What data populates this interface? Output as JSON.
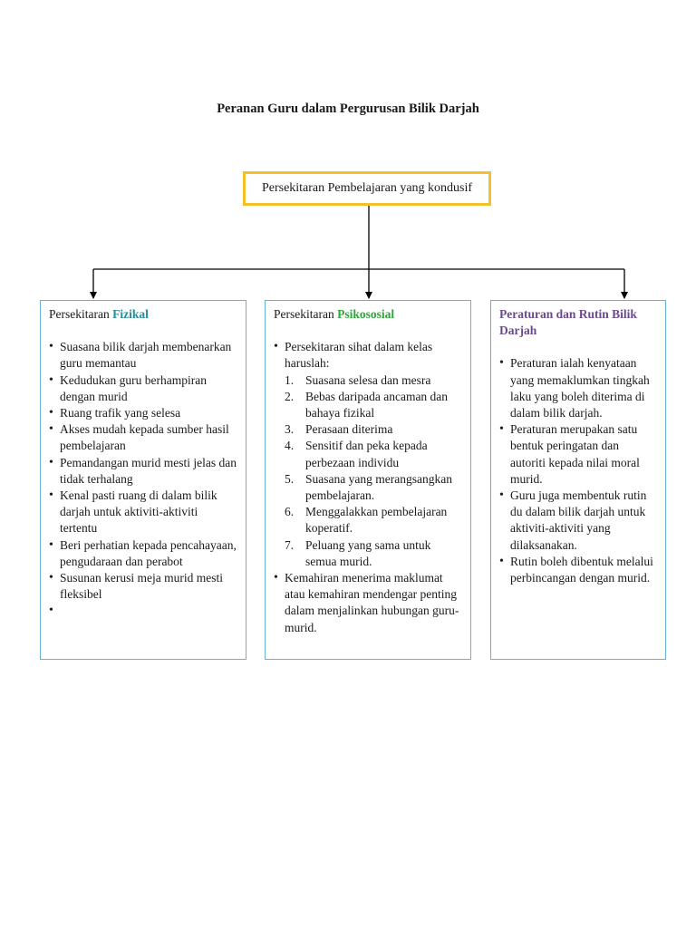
{
  "title": "Peranan Guru dalam Pergurusan Bilik Darjah",
  "root": {
    "label": "Persekitaran Pembelajaran yang kondusif"
  },
  "columns": [
    {
      "prefix": "Persekitaran ",
      "highlight": "Fizikal",
      "bullets": [
        "Suasana bilik darjah membenarkan guru memantau",
        "Kedudukan guru berhampiran dengan murid",
        "Ruang trafik yang selesa",
        "Akses mudah kepada sumber hasil pembelajaran",
        "Pemandangan murid mesti jelas dan tidak terhalang",
        "Kenal pasti ruang di dalam bilik darjah untuk aktiviti-aktiviti tertentu",
        "Beri perhatian kepada pencahayaan, pengudaraan dan perabot",
        "Susunan kerusi meja murid mesti fleksibel",
        ""
      ]
    },
    {
      "prefix": "Persekitaran ",
      "highlight": "Psikososial",
      "intro": "Persekitaran sihat dalam kelas haruslah:",
      "numbered": [
        {
          "n": "1.",
          "text": "Suasana selesa dan mesra"
        },
        {
          "n": "2.",
          "text": "Bebas daripada ancaman dan bahaya fizikal"
        },
        {
          "n": "3.",
          "text": "Perasaan diterima"
        },
        {
          "n": "4.",
          "text": "Sensitif dan peka kepada perbezaan individu"
        },
        {
          "n": "5.",
          "text": "Suasana yang merangsangkan pembelajaran."
        },
        {
          "n": "6.",
          "text": "Menggalakkan pembelajaran koperatif."
        },
        {
          "n": "7.",
          "text": "Peluang yang sama untuk semua murid."
        }
      ],
      "outro": "Kemahiran menerima maklumat atau kemahiran mendengar penting dalam menjalinkan hubungan guru-murid."
    },
    {
      "title": "Peraturan dan Rutin Bilik Darjah",
      "bullets": [
        "Peraturan ialah kenyataan yang memaklumkan tingkah laku yang boleh diterima di dalam bilik darjah.",
        "Peraturan merupakan satu bentuk peringatan dan autoriti kepada nilai moral murid.",
        "Guru juga membentuk rutin du dalam bilik darjah untuk aktiviti-aktiviti yang dilaksanakan.",
        "Rutin boleh dibentuk melalui perbincangan dengan murid."
      ]
    }
  ],
  "colors": {
    "root_border": "#f2c02b",
    "box_border": "#64b3d6",
    "fizikal": "#2a8a97",
    "psikososial": "#2fa43a",
    "peraturan": "#6a4a8e"
  }
}
